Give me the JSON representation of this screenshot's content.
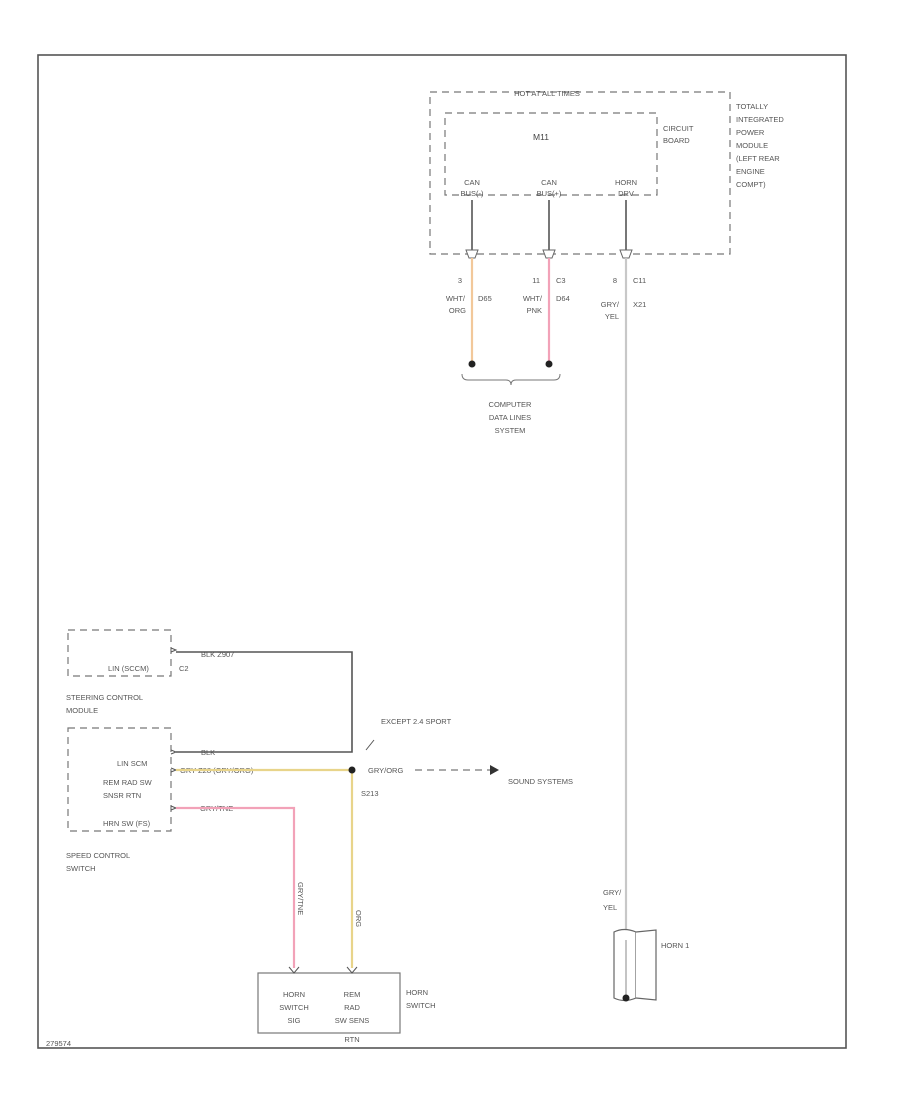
{
  "module_tipm": {
    "header": "HOT AT ALL TIMES",
    "fuse": "M11",
    "circuit_board": [
      "CIRCUIT",
      "BOARD"
    ],
    "description": [
      "TOTALLY",
      "INTEGRATED",
      "POWER",
      "MODULE",
      "(LEFT REAR",
      "ENGINE",
      "COMPT)"
    ],
    "pins": [
      {
        "name": "CAN",
        "sub": "BUS(-)"
      },
      {
        "name": "CAN",
        "sub": "BUS(+)"
      },
      {
        "name": "HORN",
        "sub": "DRV"
      }
    ]
  },
  "wires_top": {
    "w1": {
      "pin": "3",
      "circuit": "D65",
      "color1": "WHT/",
      "color2": "ORG"
    },
    "w2": {
      "pin": "11",
      "conn": "C3",
      "circuit": "D64",
      "color1": "WHT/",
      "color2": "PNK"
    },
    "w3": {
      "pin": "8",
      "conn": "C11",
      "circuit": "X21",
      "color1": "GRY/",
      "color2": "YEL"
    }
  },
  "computer_data_lines": [
    "COMPUTER",
    "DATA LINES",
    "SYSTEM"
  ],
  "steering_module": {
    "pin_label": "LIN (SCCM)",
    "conn": "C2",
    "wire": "BLK  Z907",
    "label": [
      "STEERING CONTROL",
      "MODULE"
    ]
  },
  "speed_switch": {
    "rows": [
      "LIN SCM",
      "REM RAD SW",
      "SNSR RTN",
      "HRN SW (FS)"
    ],
    "wire_blk": "BLK",
    "wire_rtn": "GRY  Z28 (GRY/ORG)",
    "wire_hrn": "GRY/TNE",
    "label": [
      "SPEED CONTROL",
      "SWITCH"
    ]
  },
  "splice": {
    "note": "EXCEPT 2.4 SPORT",
    "wire": "GRY/ORG",
    "id": "S213",
    "dest": "SOUND SYSTEMS"
  },
  "vertical_labels": {
    "pink": "GRY/TNE",
    "org": "ORG"
  },
  "horn_switch": {
    "pin1": [
      "HORN",
      "SWITCH",
      "SIG"
    ],
    "pin2": [
      "REM",
      "RAD",
      "SW SENS",
      "RTN"
    ],
    "label": [
      "HORN",
      "SWITCH"
    ]
  },
  "horn": {
    "wire1": "GRY/",
    "wire2": "YEL",
    "label": "HORN 1"
  },
  "footer_id": "279574"
}
